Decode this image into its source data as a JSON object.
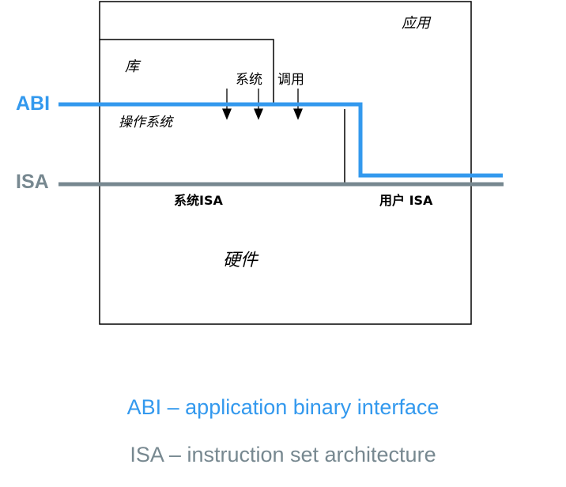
{
  "colors": {
    "abi": "#3399ee",
    "isa": "#778890",
    "stroke": "#000000"
  },
  "labels": {
    "app": "应用",
    "lib": "库",
    "syscall_1": "系统",
    "syscall_2": "调用",
    "os": "操作系统",
    "abi_side": "ABI",
    "isa_side": "ISA",
    "system_isa": "系统ISA",
    "user_isa": "用户 ISA",
    "hardware": "硬件"
  },
  "legend": {
    "abi": "ABI – application binary interface",
    "isa": "ISA – instruction set architecture"
  }
}
